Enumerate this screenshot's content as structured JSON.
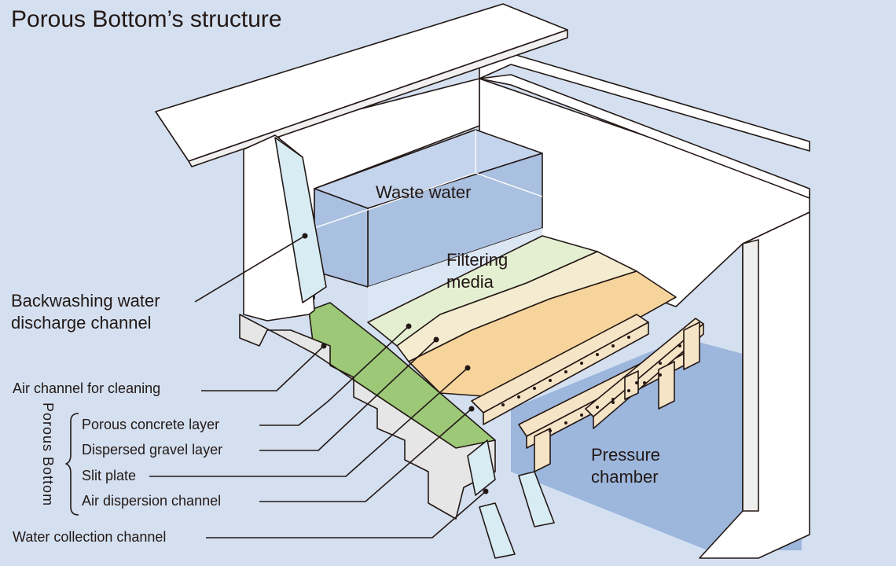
{
  "title": "Porous Bottom’s structure",
  "labels": {
    "waste_water": "Waste water",
    "filtering_media_line1": "Filtering",
    "filtering_media_line2": "media",
    "pressure_chamber_line1": "Pressure",
    "pressure_chamber_line2": "chamber",
    "backwashing_line1": "Backwashing water",
    "backwashing_line2": "discharge channel",
    "air_channel": "Air channel for cleaning",
    "porous_concrete": "Porous concrete layer",
    "dispersed_gravel": "Dispersed gravel layer",
    "slit_plate": "Slit plate",
    "air_dispersion": "Air dispersion channel",
    "water_collection": "Water collection channel",
    "porous_bottom_group": "Porous Bottom"
  },
  "colors": {
    "background": "#d4e0f0",
    "wall": "#ffffff",
    "wall_shade": "#e6e6e6",
    "waste_water": "#aac0e0",
    "waste_water_top": "#c4d4ec",
    "filter_top": "#e4efd2",
    "filter_mid": "#f4ecd0",
    "filter_bottom": "#f6d49c",
    "green_layer": "#9cc878",
    "beam": "#f6e4c6",
    "pressure_chamber": "#9cb6dc",
    "glass": "#d8ecf4",
    "line": "#231815"
  }
}
